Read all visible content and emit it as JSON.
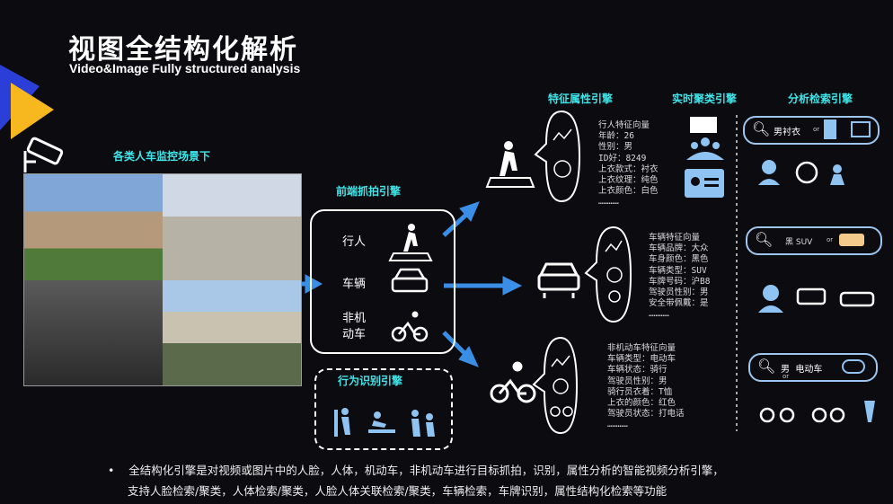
{
  "title": "视图全结构化解析",
  "subtitle": "Video&Image Fully structured analysis",
  "scene_label": "各类人车监控场景下",
  "front_engine": {
    "title": "前端抓拍引擎",
    "items": [
      "行人",
      "车辆",
      "非机\n动车"
    ]
  },
  "behavior_engine": {
    "title": "行为识别引擎"
  },
  "feature_engine": {
    "title": "特征属性引擎"
  },
  "cluster_engine": {
    "title": "实时聚类引擎"
  },
  "search_engine": {
    "title": "分析检索引擎"
  },
  "pedestrian_features": "行人特征向量\n年龄：26\n性别：男\nID好：8249\n上衣款式：衬衣\n上衣纹理：纯色\n上衣颜色：白色\n…………",
  "vehicle_features": "车辆特征向量\n车辆品牌：大众\n车身颜色：黑色\n车辆类型：SUV\n车牌号码：沪B8\n驾驶员性别：男\n安全带佩戴：是\n…………",
  "nonmotor_features": "非机动车特征向量\n车辆类型：电动车\n车辆状态：骑行\n驾驶员性别：男\n骑行员衣着：T恤\n上衣的颜色：红色\n驾驶员状态：打电话\n…………",
  "search_pills": [
    {
      "text": "男衬衣",
      "or": "or"
    },
    {
      "text": "黑 SUV",
      "or": "or"
    },
    {
      "text": "男  电动车",
      "or": "or"
    }
  ],
  "bullet_line1": "全结构化引擎是对视频或图片中的人脸，人体，机动车，非机动车进行目标抓拍，识别，属性分析的智能视频分析引擎，",
  "bullet_line2": "支持人脸检索/聚类，人体检索/聚类，人脸人体关联检索/聚类，车辆检索，车牌识别，属性结构化检索等功能",
  "colors": {
    "accent_cyan": "#3ee6ea",
    "arrow_blue": "#3a8ee6",
    "icon_blue": "#8fc3f2",
    "triangle_yellow": "#f7b81f",
    "triangle_blue": "#2b3fd8"
  }
}
